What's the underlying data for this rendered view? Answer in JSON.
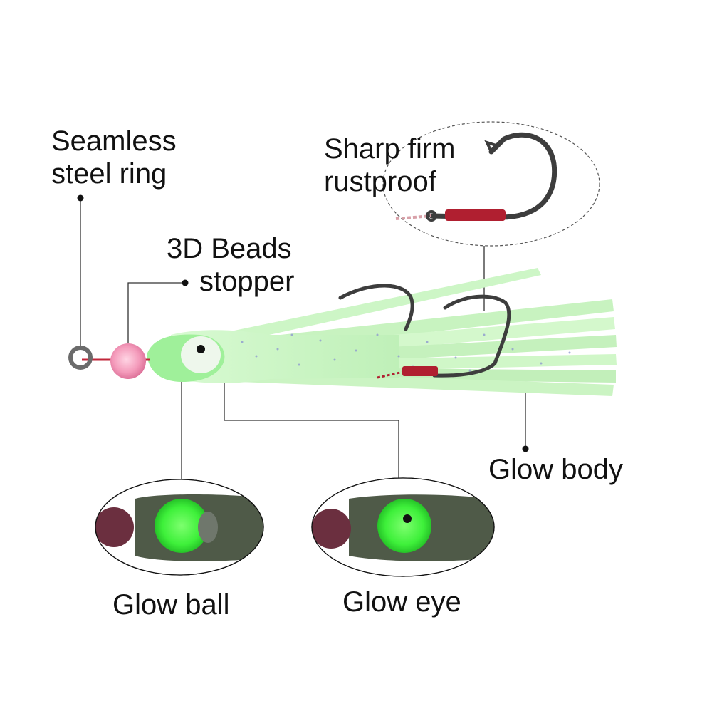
{
  "labels": {
    "ring": {
      "line1": "Seamless",
      "line2": "steel ring"
    },
    "beads": {
      "line1": "3D Beads",
      "line2": "stopper"
    },
    "hook": {
      "line1": "Sharp firm",
      "line2": "rustproof"
    },
    "body": "Glow body",
    "ball": "Glow ball",
    "eye": "Glow eye"
  },
  "colors": {
    "glow_green": "#c8f5c2",
    "bead_pink": "#f29ab8",
    "thread_red": "#b8202e",
    "hook_steel": "#4a4a4a",
    "glow_bright": "#3df53d",
    "dark_body": "#4f5a48"
  }
}
